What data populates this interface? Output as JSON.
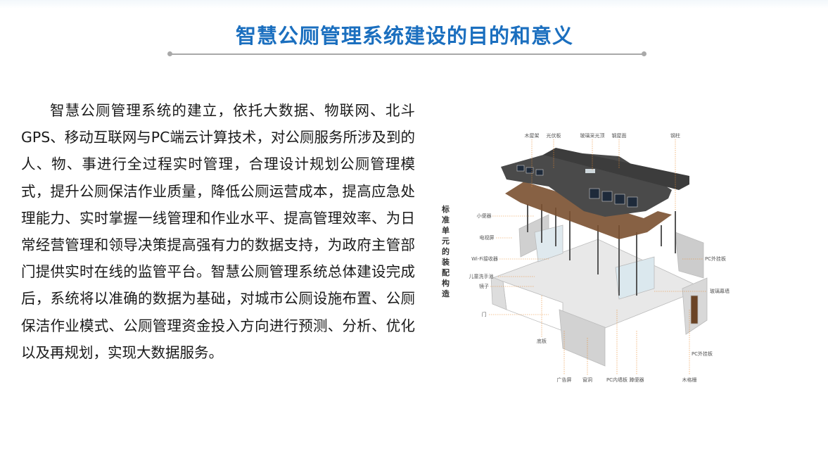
{
  "title": "智慧公厕管理系统建设的目的和意义",
  "paragraph": "智慧公厕管理系统的建立，依托大数据、物联网、北斗GPS、移动互联网与PC端云计算技术，对公厕服务所涉及到的人、物、事进行全过程实时管理，合理设计规划公厕管理模式，提升公厕保洁作业质量，降低公厕运营成本，提高应急处理能力、实时掌握一线管理和作业水平、提高管理效率、为日常经营管理和领导决策提高强有力的数据支持，为政府主管部门提供实时在线的监管平台。智慧公厕管理系统总体建设完成后，系统将以准确的数据为基础，对城市公厕设施布置、公厕保洁作业模式、公厕管理资金投入方向进行预测、分析、优化以及再规划，实现大数据服务。",
  "diagram": {
    "vertical_title": "标准单元的装配构造",
    "labels": {
      "wood_truss": "木屋架",
      "pv_panel": "光伏板",
      "glass_skylight": "玻璃采光顶",
      "steel_roof": "钢屋面",
      "steel_column": "钢柱",
      "urinal": "小便器",
      "tv_screen": "电视屏",
      "wifi": "Wi-Fi接收器",
      "child_sink": "儿童洗手池",
      "mirror": "镜子",
      "door": "门",
      "floor": "底板",
      "ad_screen": "广告屏",
      "window": "窗洞",
      "pc_inner_wall": "PC内墙板",
      "squat_toilet": "蹲便器",
      "wood_grille": "木格栅",
      "pc_panel_right": "PC外挂板",
      "glass_curtain": "玻璃幕墙",
      "pc_panel_bottom": "PC外挂板"
    }
  }
}
